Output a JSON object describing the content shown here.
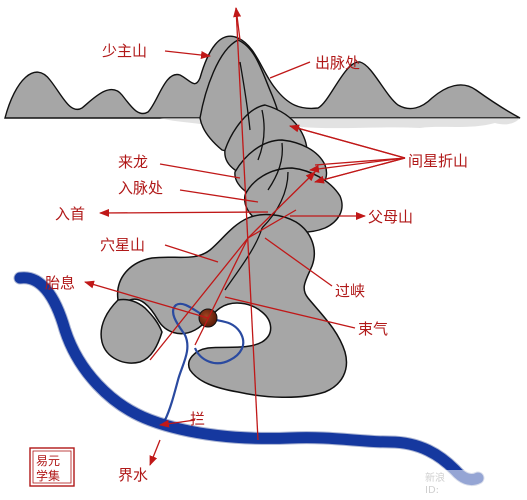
{
  "labels": {
    "shao_zhu_shan": "少主山",
    "chu_mai_chu": "出脉处",
    "jian_xing_zhe_shan": "间星折山",
    "lai_long": "来龙",
    "ru_mai_chu": "入脉处",
    "ru_shou": "入首",
    "fu_mu_shan": "父母山",
    "xue_xing_shan": "穴星山",
    "guo_xia": "过峡",
    "tai_xi": "胎息",
    "shu_qi": "束气",
    "lan": "拦",
    "jie_shui": "界水"
  },
  "seal": {
    "line1": "易元",
    "line2": "学集"
  },
  "watermark": {
    "line1": "新浪",
    "line2": "ID:"
  },
  "colors": {
    "label": "#b01818",
    "arrow": "#c01818",
    "mountain_fill": "#a6a6a6",
    "river_main": "#1a3fb0",
    "stream": "#2a4aa0",
    "lair": "#7a2a12"
  }
}
